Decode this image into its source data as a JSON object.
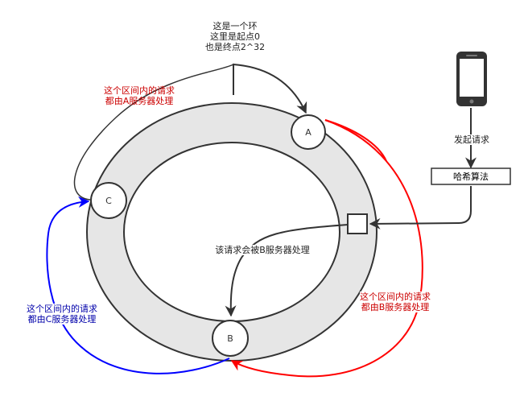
{
  "nodes": {
    "a": "A",
    "b": "B",
    "c": "C"
  },
  "hash_box": "哈希算法",
  "request_label": "发起请求",
  "ring_note": [
    "这是一个环",
    "这里是起点0",
    "也是终点2^32"
  ],
  "a_range_note": [
    "这个区间内的请求",
    "都由A服务器处理"
  ],
  "b_range_note": [
    "这个区间内的请求",
    "都由B服务器处理"
  ],
  "c_range_note": [
    "这个区间内的请求",
    "都由C服务器处理"
  ],
  "handled_note": "该请求会被B服务器处理",
  "colors": {
    "ring_fill": "#e6e6e6",
    "stroke": "#333333",
    "a_range": "#cc0000",
    "b_range": "#cc0000",
    "c_range": "#0000cc",
    "red_arrow": "#ff0000",
    "blue_arrow": "#0000ff"
  },
  "icons": [
    "smartphone-icon"
  ]
}
